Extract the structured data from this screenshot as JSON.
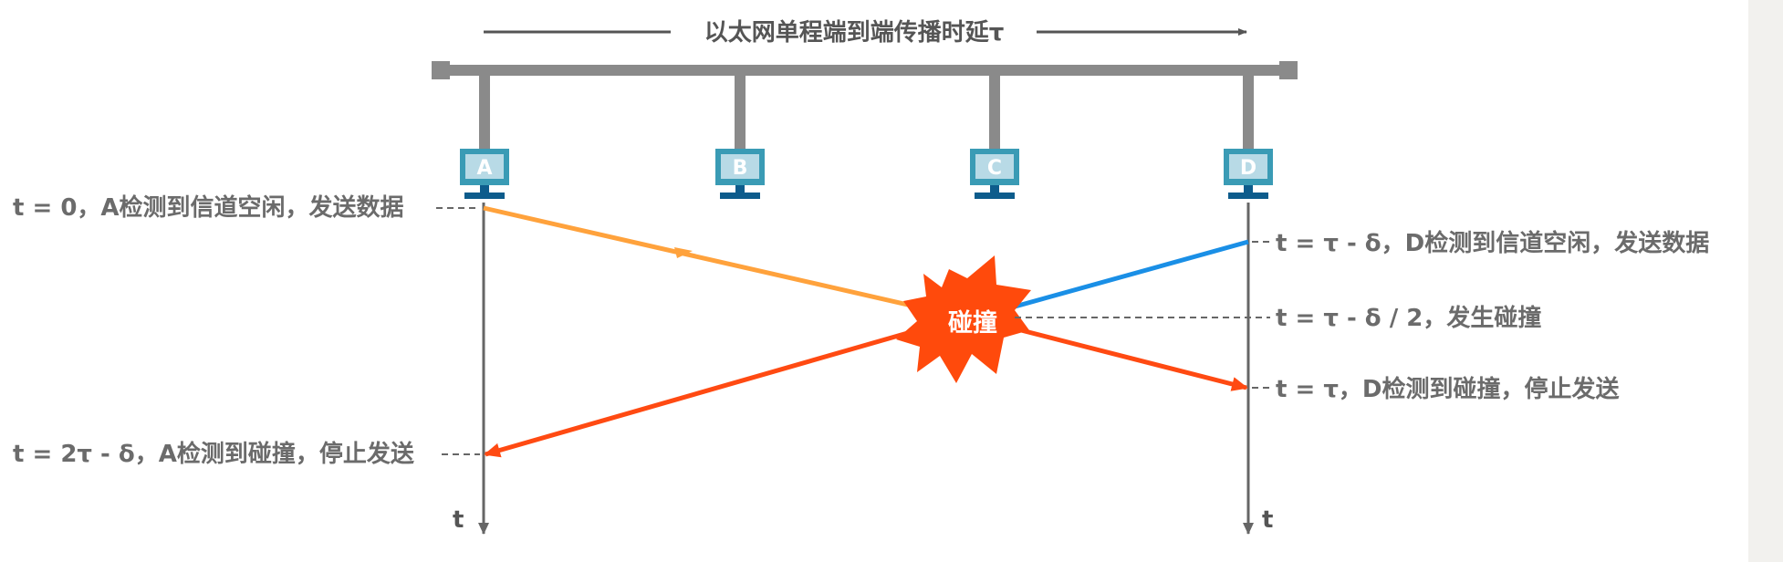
{
  "title": "以太网单程端到端传播时延τ",
  "stations": [
    "A",
    "B",
    "C",
    "D"
  ],
  "axis_label_left": "t",
  "axis_label_right": "t",
  "collision_label": "碰撞",
  "annotations": {
    "a_send": "t = 0，A检测到信道空闲，发送数据",
    "d_send": "t = τ - δ，D检测到信道空闲，发送数据",
    "collision": "t = τ - δ / 2，发生碰撞",
    "d_detect": "t = τ，D检测到碰撞，停止发送",
    "a_detect": "t = 2τ - δ，A检测到碰撞，停止发送"
  },
  "colors": {
    "bus": "#8a8a8a",
    "monitor": "#3a9bb5",
    "monitor_base": "#0d5c8c",
    "a_signal": "#ffa23c",
    "d_signal": "#1a8fe6",
    "collision_signal": "#ff4a12",
    "burst": "#ff4a0c",
    "timeline": "#666666",
    "label": "#6b6b6b"
  }
}
